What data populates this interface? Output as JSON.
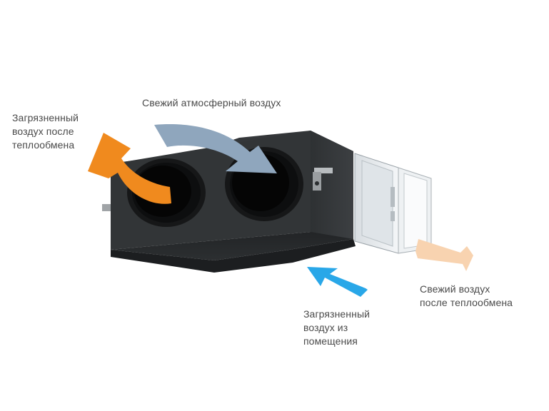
{
  "labels": {
    "exhaust": [
      "Загрязненный",
      "воздух после",
      "теплообмена"
    ],
    "fresh_intake": [
      "Свежий атмосферный воздух"
    ],
    "supply": [
      "Свежий воздух",
      "после теплообмена"
    ],
    "return": [
      "Загрязненный",
      "воздух из",
      "помещения"
    ]
  },
  "colors": {
    "exhaust_arrow": "#f08a1e",
    "fresh_intake_arrow": "#8fa6bd",
    "supply_arrow": "#f8d3b0",
    "return_arrow": "#29a7e8",
    "unit_body": "#2b2e30",
    "text": "#4a4a4a"
  },
  "icons": {
    "exhaust_arrow": "curved-arrow-up-left",
    "fresh_intake_arrow": "curved-arrow-down-right",
    "supply_arrow": "arrow-right",
    "return_arrow": "arrow-up-left"
  }
}
